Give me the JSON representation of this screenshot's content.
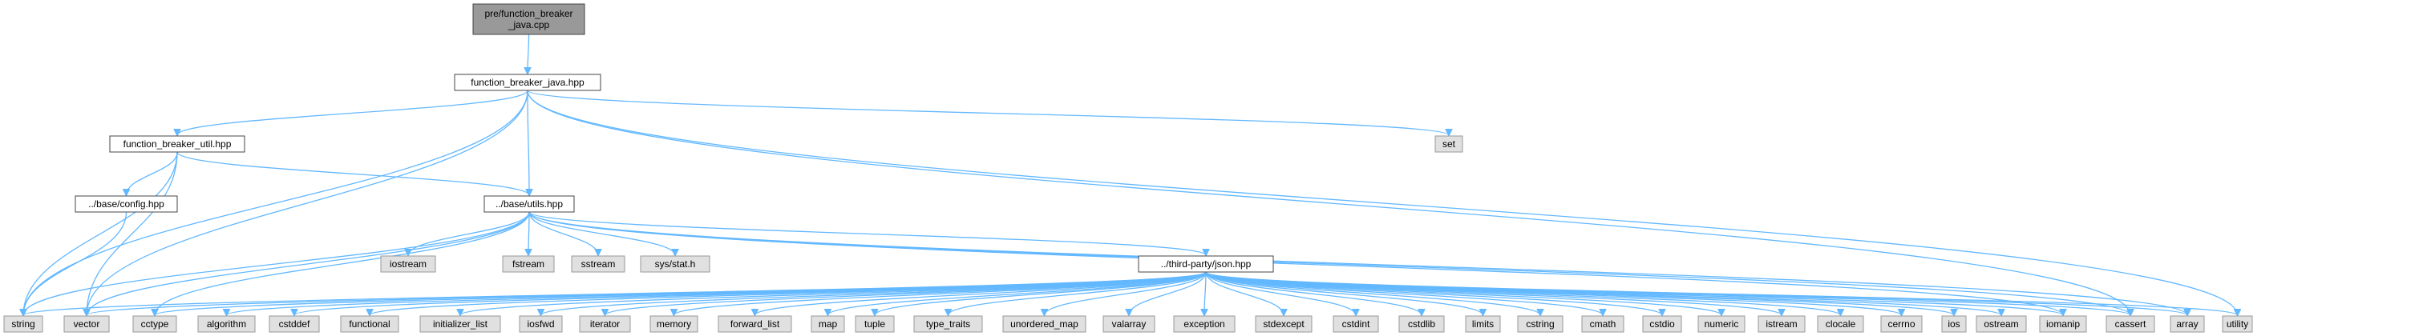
{
  "colors": {
    "edge": "#63b8ff",
    "root_fill": "#999999",
    "header_fill": "#ffffff",
    "system_fill": "#e0e0e0",
    "border_dark": "#444444",
    "border_light": "#999999"
  },
  "nodes": [
    {
      "id": "root",
      "lines": [
        "pre/function_breaker",
        "_java.cpp"
      ],
      "kind": "root"
    },
    {
      "id": "fbjava",
      "lines": [
        "function_breaker_java.hpp"
      ],
      "kind": "header"
    },
    {
      "id": "fbutil",
      "lines": [
        "function_breaker_util.hpp"
      ],
      "kind": "header"
    },
    {
      "id": "set",
      "lines": [
        "set"
      ],
      "kind": "system"
    },
    {
      "id": "config",
      "lines": [
        "../base/config.hpp"
      ],
      "kind": "header"
    },
    {
      "id": "utils",
      "lines": [
        "../base/utils.hpp"
      ],
      "kind": "header"
    },
    {
      "id": "iostream",
      "lines": [
        "iostream"
      ],
      "kind": "system"
    },
    {
      "id": "fstream",
      "lines": [
        "fstream"
      ],
      "kind": "system"
    },
    {
      "id": "sstream",
      "lines": [
        "sstream"
      ],
      "kind": "system"
    },
    {
      "id": "sysstat",
      "lines": [
        "sys/stat.h"
      ],
      "kind": "system"
    },
    {
      "id": "json",
      "lines": [
        "../third-party/json.hpp"
      ],
      "kind": "header"
    },
    {
      "id": "string",
      "lines": [
        "string"
      ],
      "kind": "system"
    },
    {
      "id": "vector",
      "lines": [
        "vector"
      ],
      "kind": "system"
    },
    {
      "id": "cctype",
      "lines": [
        "cctype"
      ],
      "kind": "system"
    },
    {
      "id": "algorithm",
      "lines": [
        "algorithm"
      ],
      "kind": "system"
    },
    {
      "id": "cstddef",
      "lines": [
        "cstddef"
      ],
      "kind": "system"
    },
    {
      "id": "functional",
      "lines": [
        "functional"
      ],
      "kind": "system"
    },
    {
      "id": "initializer_list",
      "lines": [
        "initializer_list"
      ],
      "kind": "system"
    },
    {
      "id": "iosfwd",
      "lines": [
        "iosfwd"
      ],
      "kind": "system"
    },
    {
      "id": "iterator",
      "lines": [
        "iterator"
      ],
      "kind": "system"
    },
    {
      "id": "memory",
      "lines": [
        "memory"
      ],
      "kind": "system"
    },
    {
      "id": "forward_list",
      "lines": [
        "forward_list"
      ],
      "kind": "system"
    },
    {
      "id": "map",
      "lines": [
        "map"
      ],
      "kind": "system"
    },
    {
      "id": "tuple",
      "lines": [
        "tuple"
      ],
      "kind": "system"
    },
    {
      "id": "type_traits",
      "lines": [
        "type_traits"
      ],
      "kind": "system"
    },
    {
      "id": "unordered_map",
      "lines": [
        "unordered_map"
      ],
      "kind": "system"
    },
    {
      "id": "valarray",
      "lines": [
        "valarray"
      ],
      "kind": "system"
    },
    {
      "id": "exception",
      "lines": [
        "exception"
      ],
      "kind": "system"
    },
    {
      "id": "stdexcept",
      "lines": [
        "stdexcept"
      ],
      "kind": "system"
    },
    {
      "id": "cstdint",
      "lines": [
        "cstdint"
      ],
      "kind": "system"
    },
    {
      "id": "cstdlib",
      "lines": [
        "cstdlib"
      ],
      "kind": "system"
    },
    {
      "id": "limits",
      "lines": [
        "limits"
      ],
      "kind": "system"
    },
    {
      "id": "cstring",
      "lines": [
        "cstring"
      ],
      "kind": "system"
    },
    {
      "id": "cmath",
      "lines": [
        "cmath"
      ],
      "kind": "system"
    },
    {
      "id": "cstdio",
      "lines": [
        "cstdio"
      ],
      "kind": "system"
    },
    {
      "id": "numeric",
      "lines": [
        "numeric"
      ],
      "kind": "system"
    },
    {
      "id": "istream",
      "lines": [
        "istream"
      ],
      "kind": "system"
    },
    {
      "id": "clocale",
      "lines": [
        "clocale"
      ],
      "kind": "system"
    },
    {
      "id": "cerrno",
      "lines": [
        "cerrno"
      ],
      "kind": "system"
    },
    {
      "id": "ios",
      "lines": [
        "ios"
      ],
      "kind": "system"
    },
    {
      "id": "ostream",
      "lines": [
        "ostream"
      ],
      "kind": "system"
    },
    {
      "id": "iomanip",
      "lines": [
        "iomanip"
      ],
      "kind": "system"
    },
    {
      "id": "cassert",
      "lines": [
        "cassert"
      ],
      "kind": "system"
    },
    {
      "id": "array",
      "lines": [
        "array"
      ],
      "kind": "system"
    },
    {
      "id": "utility",
      "lines": [
        "utility"
      ],
      "kind": "system"
    }
  ],
  "edges": [
    [
      "root",
      "fbjava"
    ],
    [
      "fbjava",
      "fbutil"
    ],
    [
      "fbjava",
      "utils"
    ],
    [
      "fbjava",
      "set"
    ],
    [
      "fbjava",
      "string"
    ],
    [
      "fbjava",
      "vector"
    ],
    [
      "fbjava",
      "cassert"
    ],
    [
      "fbjava",
      "utility"
    ],
    [
      "fbutil",
      "config"
    ],
    [
      "fbutil",
      "utils"
    ],
    [
      "fbutil",
      "string"
    ],
    [
      "fbutil",
      "vector"
    ],
    [
      "config",
      "string"
    ],
    [
      "utils",
      "iostream"
    ],
    [
      "utils",
      "fstream"
    ],
    [
      "utils",
      "sstream"
    ],
    [
      "utils",
      "sysstat"
    ],
    [
      "utils",
      "json"
    ],
    [
      "utils",
      "string"
    ],
    [
      "utils",
      "vector"
    ],
    [
      "utils",
      "cctype"
    ],
    [
      "utils",
      "iomanip"
    ],
    [
      "utils",
      "cassert"
    ],
    [
      "utils",
      "array"
    ],
    [
      "json",
      "string"
    ],
    [
      "json",
      "vector"
    ],
    [
      "json",
      "cctype"
    ],
    [
      "json",
      "algorithm"
    ],
    [
      "json",
      "cstddef"
    ],
    [
      "json",
      "functional"
    ],
    [
      "json",
      "initializer_list"
    ],
    [
      "json",
      "iosfwd"
    ],
    [
      "json",
      "iterator"
    ],
    [
      "json",
      "memory"
    ],
    [
      "json",
      "forward_list"
    ],
    [
      "json",
      "map"
    ],
    [
      "json",
      "tuple"
    ],
    [
      "json",
      "type_traits"
    ],
    [
      "json",
      "unordered_map"
    ],
    [
      "json",
      "valarray"
    ],
    [
      "json",
      "exception"
    ],
    [
      "json",
      "stdexcept"
    ],
    [
      "json",
      "cstdint"
    ],
    [
      "json",
      "cstdlib"
    ],
    [
      "json",
      "limits"
    ],
    [
      "json",
      "cstring"
    ],
    [
      "json",
      "cmath"
    ],
    [
      "json",
      "cstdio"
    ],
    [
      "json",
      "numeric"
    ],
    [
      "json",
      "istream"
    ],
    [
      "json",
      "clocale"
    ],
    [
      "json",
      "cerrno"
    ],
    [
      "json",
      "ios"
    ],
    [
      "json",
      "ostream"
    ],
    [
      "json",
      "iomanip"
    ],
    [
      "json",
      "cassert"
    ],
    [
      "json",
      "array"
    ],
    [
      "json",
      "utility"
    ]
  ]
}
